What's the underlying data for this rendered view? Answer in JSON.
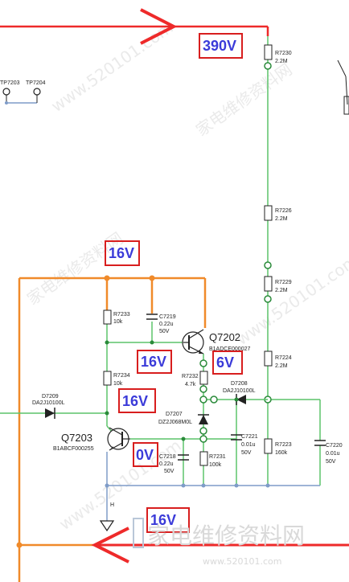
{
  "voltages": {
    "v_top": "390V",
    "v_bus": "16V",
    "v_q7202": "16V",
    "v_6v": "6V",
    "v_q7203": "16V",
    "v_0v": "0V",
    "v_bottom": "16V"
  },
  "testpoints": [
    "TP7203",
    "TP7204"
  ],
  "components": {
    "r7230": {
      "ref": "R7230",
      "val": "2.2M"
    },
    "r7226": {
      "ref": "R7226",
      "val": "2.2M"
    },
    "r7229": {
      "ref": "R7229",
      "val": "2.2M"
    },
    "r7224": {
      "ref": "R7224",
      "val": "2.2M"
    },
    "r7223": {
      "ref": "R7223",
      "val": "160k"
    },
    "r7233": {
      "ref": "R7233",
      "val": "10k"
    },
    "r7234": {
      "ref": "R7234",
      "val": "10k"
    },
    "r7232": {
      "ref": "R7232",
      "val": "4.7k"
    },
    "r7231": {
      "ref": "R7231",
      "val": "100k"
    },
    "c7219": {
      "ref": "C7219",
      "val1": "0.22u",
      "val2": "50V"
    },
    "c7218": {
      "ref": "C7218",
      "val1": "0.22u",
      "val2": "50V"
    },
    "c7221": {
      "ref": "C7221",
      "val1": "0.01u",
      "val2": "50V"
    },
    "c7220": {
      "ref": "C7220",
      "val1": "0.01u",
      "val2": "50V"
    },
    "q7202": {
      "ref": "Q7202",
      "part": "B1ADCE000027"
    },
    "q7203": {
      "ref": "Q7203",
      "part": "B1ABCF000255"
    },
    "d7208": {
      "ref": "D7208",
      "part": "DA2J10100L"
    },
    "d7209": {
      "ref": "D7209",
      "part": "DA2J10100L"
    },
    "d7207": {
      "ref": "D7207",
      "part": "DZ2J068M0L"
    }
  },
  "misc": {
    "h_label": "H"
  },
  "watermark": {
    "url": "www.520101.com",
    "brand": "家电维修资料网",
    "footer": "www.520101.com"
  },
  "colors": {
    "green": "#5cc46a",
    "orange": "#f08a2a",
    "red": "#ee2a2a",
    "blue": "#7f9cc8",
    "volt_text": "#3b3bd9",
    "box": "#d81e1e"
  }
}
